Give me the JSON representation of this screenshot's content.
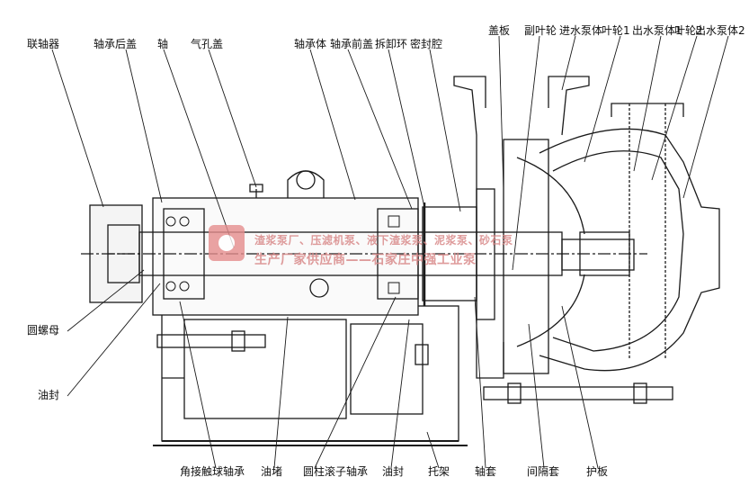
{
  "labels": {
    "coupling": "联轴器",
    "bearing_rear_cover": "轴承后盖",
    "shaft": "轴",
    "vent_cover": "气孔盖",
    "bearing_body": "轴承体",
    "bearing_front_cover": "轴承前盖",
    "removal_ring": "拆卸环",
    "seal_chamber": "密封腔",
    "cover_plate": "盖板",
    "aux_impeller": "副叶轮",
    "inlet_casing": "进水泵体",
    "impeller1": "叶轮1",
    "outlet_casing1": "出水泵体1",
    "impeller2": "叶轮2",
    "outlet_casing2": "出水泵体2",
    "round_nut": "圆螺母",
    "oil_seal_left": "油封",
    "angular_bearing": "角接触球轴承",
    "oil_plug": "油堵",
    "cylindrical_bearing": "圆柱滚子轴承",
    "oil_seal_bottom": "油封",
    "bracket": "托架",
    "shaft_sleeve": "轴套",
    "spacer_sleeve": "间隔套",
    "guard_plate": "护板"
  },
  "watermark": {
    "line1": "渣浆泵厂、压滤机泵、液下渣浆泵、泥浆泵、砂石泵",
    "line2": "生产厂家供应商——石家庄中强工业泵"
  }
}
